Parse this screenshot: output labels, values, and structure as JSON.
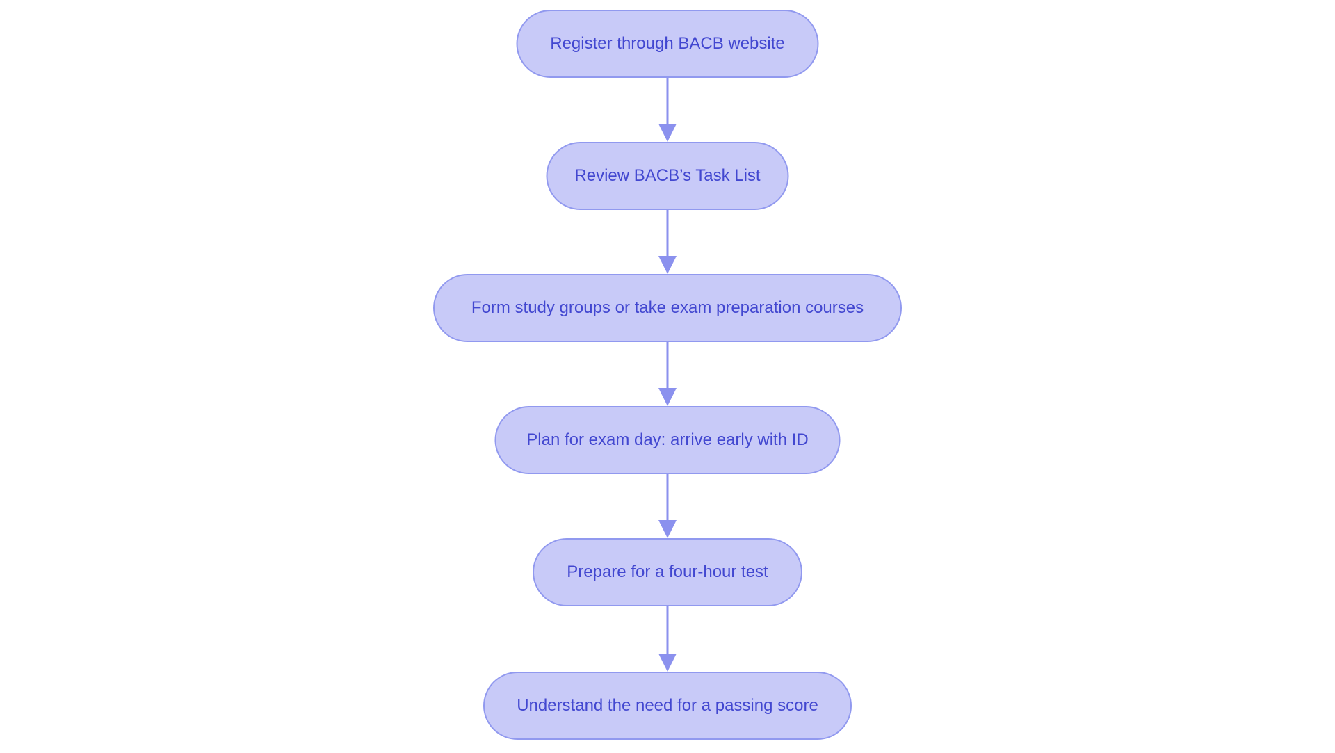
{
  "flowchart": {
    "type": "vertical-flowchart",
    "colors": {
      "background": "#ffffff",
      "node_fill": "#c8caf8",
      "node_border": "#9199ef",
      "arrow_color": "#8b91ee",
      "text_color": "#4247d0"
    },
    "nodes": [
      {
        "label": "Register through BACB website"
      },
      {
        "label": "Review BACB’s Task List"
      },
      {
        "label": "Form study groups or take exam preparation courses"
      },
      {
        "label": "Plan for exam day: arrive early with ID"
      },
      {
        "label": "Prepare for a four-hour test"
      },
      {
        "label": "Understand the need for a passing score"
      }
    ],
    "connections": [
      {
        "from": 0,
        "to": 1
      },
      {
        "from": 1,
        "to": 2
      },
      {
        "from": 2,
        "to": 3
      },
      {
        "from": 3,
        "to": 4
      },
      {
        "from": 4,
        "to": 5
      }
    ]
  }
}
